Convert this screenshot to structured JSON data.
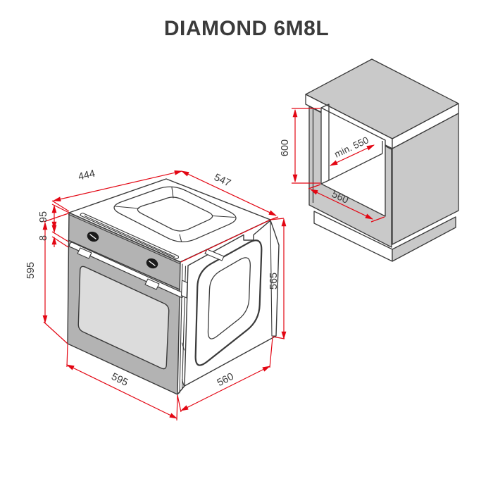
{
  "title": "DIAMOND 6M8L",
  "colors": {
    "red": "#e30613",
    "outline": "#3a3a3a",
    "cabinet_gray": "#c9c9c9",
    "oven_front_gray": "#b3b3b3",
    "glass_gray": "#dcdcdc",
    "white": "#ffffff"
  },
  "oven": {
    "label": "built-in oven isometric drawing",
    "dims": {
      "top_width": "444",
      "top_depth": "547",
      "panel_height": "95",
      "panel_gap": "8",
      "height": "595",
      "front_width": "595",
      "body_depth": "560",
      "side_height": "565"
    }
  },
  "cabinet": {
    "label": "cabinet niche cutout drawing",
    "dims": {
      "niche_height": "600",
      "niche_depth_min": "min. 550",
      "niche_width": "560"
    }
  }
}
